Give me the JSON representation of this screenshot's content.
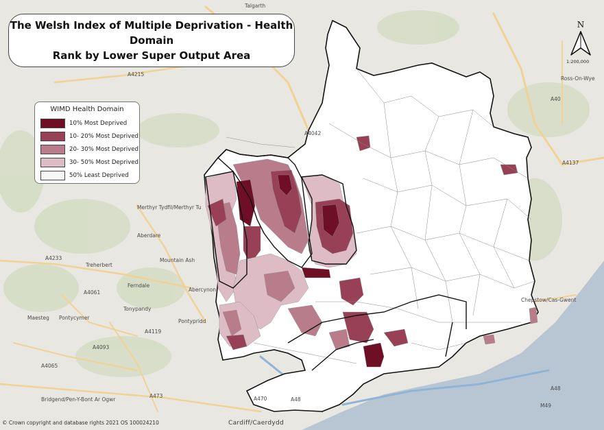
{
  "title": {
    "line1": "The Welsh Index of Multiple Deprivation - Health Domain",
    "line2": "Rank by Lower Super Output Area"
  },
  "legend": {
    "title": "WIMD Health Domain",
    "items": [
      {
        "label": "10% Most Deprived",
        "color": "#6e0f25"
      },
      {
        "label": "10- 20% Most Deprived",
        "color": "#984056"
      },
      {
        "label": "20- 30% Most Deprived",
        "color": "#b97c8b"
      },
      {
        "label": "30- 50% Most Deprived",
        "color": "#ddbcc5"
      },
      {
        "label": "50% Least Deprived",
        "color": "#f7f7f7"
      }
    ]
  },
  "north_arrow": {
    "letter": "N",
    "scale": "1:200,000"
  },
  "place_labels": {
    "talgarth": "Talgarth",
    "ross": "Ross-On-Wye",
    "merthyr": "Merthyr Tydfil/Merthyr Tu",
    "aberdare": "Aberdare",
    "mountain_ash": "Mountain Ash",
    "treherbert": "Treherbert",
    "ferndale": "Ferndale",
    "abercynon": "Abercynon",
    "maesteg": "Maesteg",
    "pontycymer": "Pontycymer",
    "tonypandy": "Tonypandy",
    "pontypridd": "Pontypridd",
    "bridgend": "Bridgend/Pen-Y-Bont Ar Ogwr",
    "cardiff": "Cardiff/Caerdydd",
    "chepstow": "Chepstow/Cas-Gwent"
  },
  "road_labels": {
    "a4215": "A4215",
    "a40": "A40",
    "a4233": "A4233",
    "a4061": "A4061",
    "a4119": "A4119",
    "a4093": "A4093",
    "a4065": "A4065",
    "a473": "A473",
    "a48": "A48",
    "a470": "A470",
    "m49": "M49",
    "a48b": "A48",
    "a4137": "A4137",
    "a4042": "A4042"
  },
  "copyright": "© Crown copyright and database rights 2021 OS 100024210",
  "colors": {
    "basemap": "#e9e7e1",
    "sea": "#b8c6d3",
    "boundary": "#111111",
    "lsoa_line": "#8a8a8a"
  }
}
